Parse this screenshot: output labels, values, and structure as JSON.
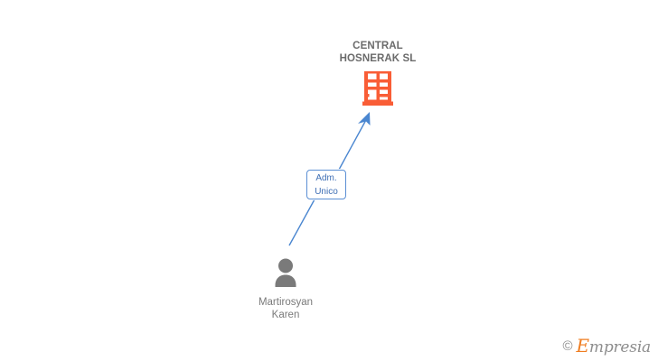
{
  "diagram": {
    "type": "org-relationship-graph",
    "background_color": "#ffffff",
    "company": {
      "name": "CENTRAL\nHOSNERAK SL",
      "icon": "building-icon",
      "icon_color": "#f95d36"
    },
    "person": {
      "name": "Martirosyan\nKaren",
      "icon": "person-icon",
      "icon_color": "#7a7a7a"
    },
    "relation": {
      "label": "Adm.\nUnico",
      "direction": "person-to-company",
      "line_color": "#4a86d0",
      "label_border_color": "#5b8fd4",
      "label_text_color": "#3f6fb5"
    }
  },
  "watermark": {
    "copyright": "©",
    "brand_initial": "E",
    "brand_rest": "mpresia",
    "brand_color": "#ef7d21"
  }
}
